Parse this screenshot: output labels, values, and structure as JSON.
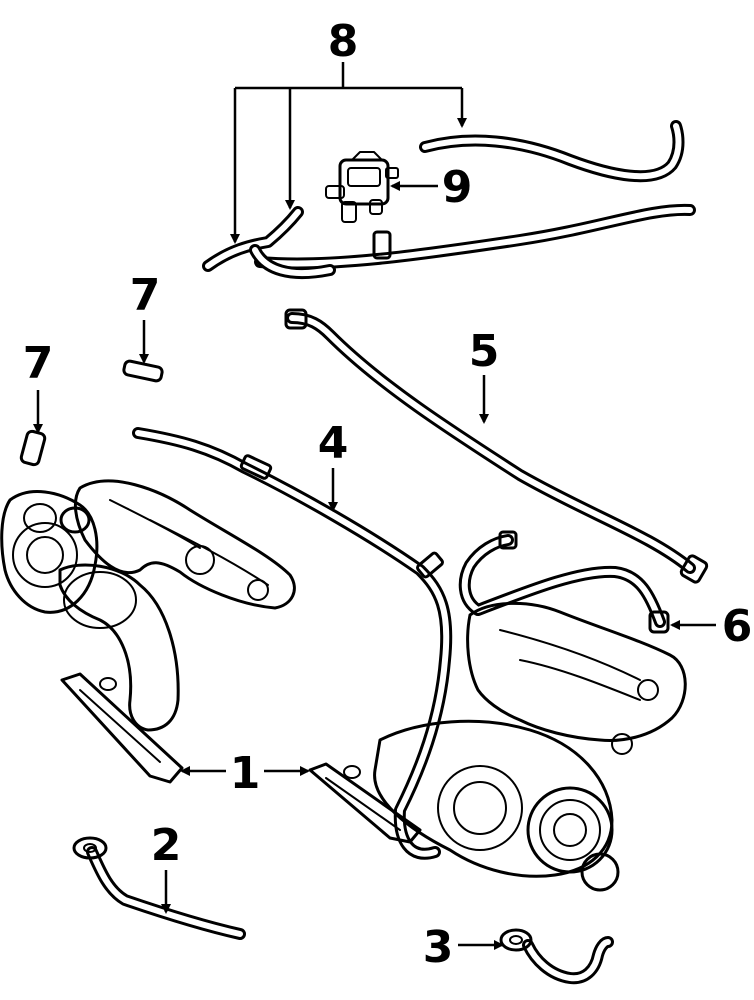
{
  "callouts": {
    "c1": "1",
    "c2": "2",
    "c3": "3",
    "c4": "4",
    "c5": "5",
    "c6": "6",
    "c7a": "7",
    "c7b": "7",
    "c8": "8",
    "c9": "9"
  },
  "colors": {
    "ink": "#000000",
    "paper": "#ffffff"
  }
}
